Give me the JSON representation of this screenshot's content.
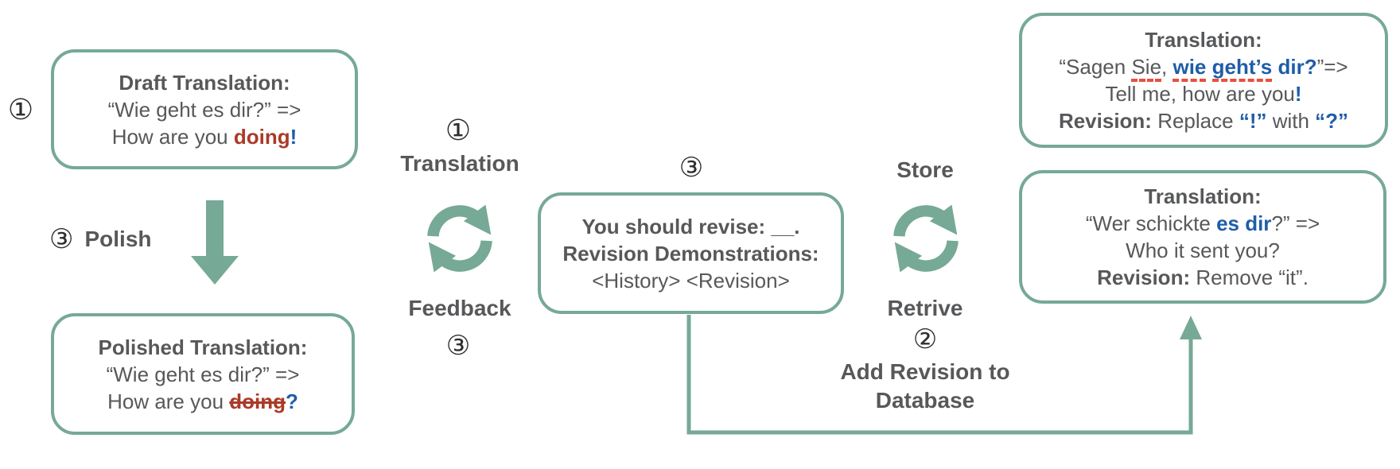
{
  "colors": {
    "green": "#76a996",
    "text_gray": "#57585a",
    "error_red": "#ab3a28",
    "highlight_blue": "#1f5da8",
    "dash_underline_red": "#e8503f"
  },
  "labels": {
    "step1_left_num": "①",
    "polish_num": "③",
    "polish": "Polish",
    "cycle1_num": "①",
    "cycle1_top": "Translation",
    "cycle1_bottom": "Feedback",
    "cycle1_bottom_num": "③",
    "prompt_num": "③",
    "cycle2_top": "Store",
    "cycle2_bottom": "Retrive",
    "cycle2_bottom_num": "②",
    "add_revision_line1": "Add Revision to",
    "add_revision_line2": "Database"
  },
  "boxes": {
    "draft": {
      "title": "Draft Translation:",
      "source": "“Wie geht es dir?” =>",
      "target_prefix": "How are you ",
      "target_word": "doing",
      "target_punct": "!"
    },
    "polished": {
      "title": "Polished Translation:",
      "source": "“Wie geht es dir?” =>",
      "target_prefix": "How are you ",
      "target_word": "doing",
      "target_punct": "?"
    },
    "prompt": {
      "line1": "You should revise: __.",
      "line2": "Revision Demonstrations:",
      "line3": "<History> <Revision>"
    },
    "example1": {
      "title": "Translation:",
      "src_prefix": "“Sagen ",
      "src_typo": "Sie",
      "src_comma": ", ",
      "src_hl1": "wie",
      "src_sp1": " ",
      "src_hl2": "geht’s",
      "src_sp2": " ",
      "src_hl3": "dir?",
      "src_suffix": "”=>",
      "tgt_prefix": "Tell me, how are you",
      "tgt_punct": "!",
      "rev_label": "Revision:",
      "rev_mid": " Replace ",
      "rev_hl1": "“!”",
      "rev_mid2": " with ",
      "rev_hl2": "“?”"
    },
    "example2": {
      "title": "Translation:",
      "src_prefix": "“Wer schickte ",
      "src_hl": "es dir",
      "src_suffix": "?” =>",
      "tgt": "Who it sent you?",
      "rev_label": "Revision:",
      "rev_text": " Remove “it”."
    }
  },
  "icons": {
    "sync1": "sync-icon",
    "sync2": "sync-icon",
    "down_arrow": "down-arrow-icon",
    "flow_arrow": "up-arrow-connector"
  }
}
